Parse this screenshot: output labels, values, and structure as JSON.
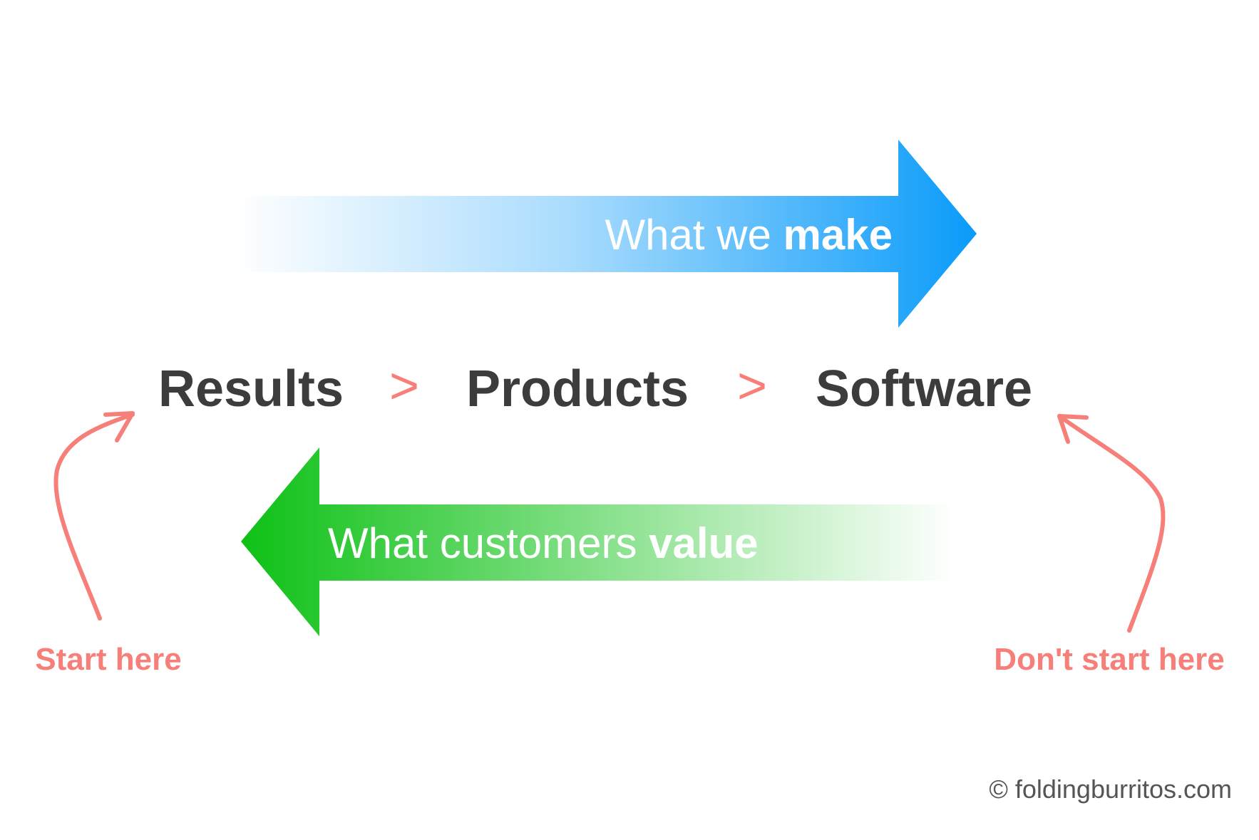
{
  "diagram": {
    "top_arrow": {
      "label_prefix": "What we ",
      "label_emphasis": "make",
      "color": "#0a9bfa",
      "direction": "right"
    },
    "bottom_arrow": {
      "label_prefix": "What customers ",
      "label_emphasis": "value",
      "color": "#0ec116",
      "direction": "left"
    },
    "terms": [
      "Results",
      "Products",
      "Software"
    ],
    "separator": ">",
    "term_color": "#3c3c3c",
    "accent_color": "#f77f7a",
    "annotations": {
      "left": "Start here",
      "right": "Don't start here"
    },
    "credit": "© foldingburritos.com"
  },
  "colors": {
    "background": "#ffffff",
    "credit": "#555555"
  }
}
